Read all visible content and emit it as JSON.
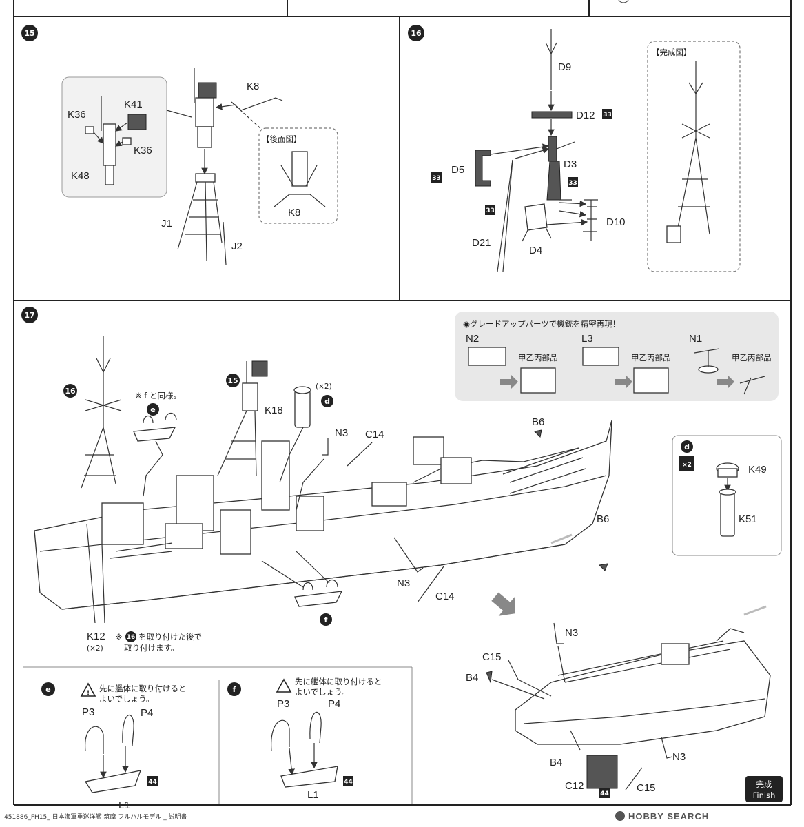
{
  "step15": {
    "number": "15",
    "labels": {
      "k8": "K8",
      "k41": "K41",
      "k36a": "K36",
      "k36b": "K36",
      "k48": "K48",
      "j1": "J1",
      "j2": "J2",
      "k8b": "K8"
    },
    "rear_view_title": "【後面図】"
  },
  "step16": {
    "number": "16",
    "labels": {
      "d9": "D9",
      "d12": "D12",
      "d5": "D5",
      "d3": "D3",
      "d10": "D10",
      "d21": "D21",
      "d4": "D4"
    },
    "color_badges": [
      "33",
      "33",
      "33",
      "33"
    ],
    "completed_title": "【完成図】"
  },
  "step17": {
    "number": "17",
    "gradeup": {
      "title": "◉グレードアップパーツで機銃を精密再現！",
      "items": [
        {
          "part": "N2",
          "caption": "甲乙丙部品"
        },
        {
          "part": "L3",
          "caption": "甲乙丙部品"
        },
        {
          "part": "N1",
          "caption": "甲乙丙部品"
        }
      ]
    },
    "note_same": "※ f と同様。",
    "note_same_ref": "f",
    "labels": {
      "ref16": "16",
      "ref15": "15",
      "d_ref": "d",
      "x2": "(×2)",
      "e_ref": "e",
      "k18": "K18",
      "n3a": "N3",
      "c14a": "C14",
      "b6a": "B6",
      "b6b": "B6",
      "n3b": "N3",
      "c14b": "C14",
      "f_ref": "f",
      "k12": "K12",
      "k12_x2": "(×2)"
    },
    "note_k12": {
      "ref": "16",
      "line1": "を取り付けた後で",
      "line2": "取り付けます。"
    },
    "subd": {
      "ref": "d",
      "mult": "×2",
      "k49": "K49",
      "k51": "K51"
    },
    "finish_view": {
      "n3a": "N3",
      "c15a": "C15",
      "b4a": "B4",
      "b4b": "B4",
      "c12": "C12",
      "c15b": "C15",
      "n3b": "N3",
      "badge": "44"
    },
    "sub_e": {
      "ref": "e",
      "warning": [
        "先に艦体に取り付けると",
        "よいでしょう。"
      ],
      "p3": "P3",
      "p4": "P4",
      "l1": "L1",
      "badge": "44"
    },
    "sub_f": {
      "ref": "f",
      "warning": [
        "先に艦体に取り付けると",
        "よいでしょう。"
      ],
      "p3": "P3",
      "p4": "P4",
      "l1": "L1",
      "badge": "44"
    },
    "finish_badge": {
      "jp": "完成",
      "en": "Finish"
    }
  },
  "footer": {
    "left": "451886_FH15_ 日本海軍重巡洋艦 筑摩 フルハルモデル _ 説明書",
    "watermark": "HOBBY SEARCH"
  }
}
